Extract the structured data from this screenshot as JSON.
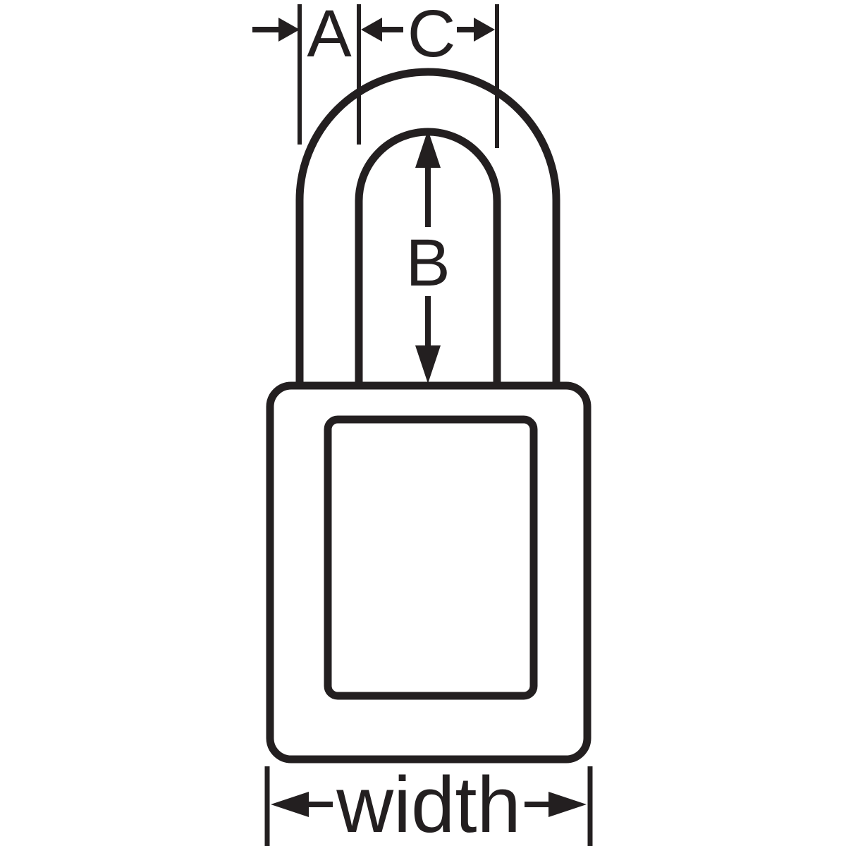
{
  "diagram": {
    "colors": {
      "line": "#231f20",
      "background": "#ffffff"
    },
    "dimensions": {
      "shackle_thickness_label": "A",
      "shackle_vertical_clearance_label": "B",
      "shackle_horizontal_clearance_label": "C",
      "body_width_label": "width"
    }
  }
}
